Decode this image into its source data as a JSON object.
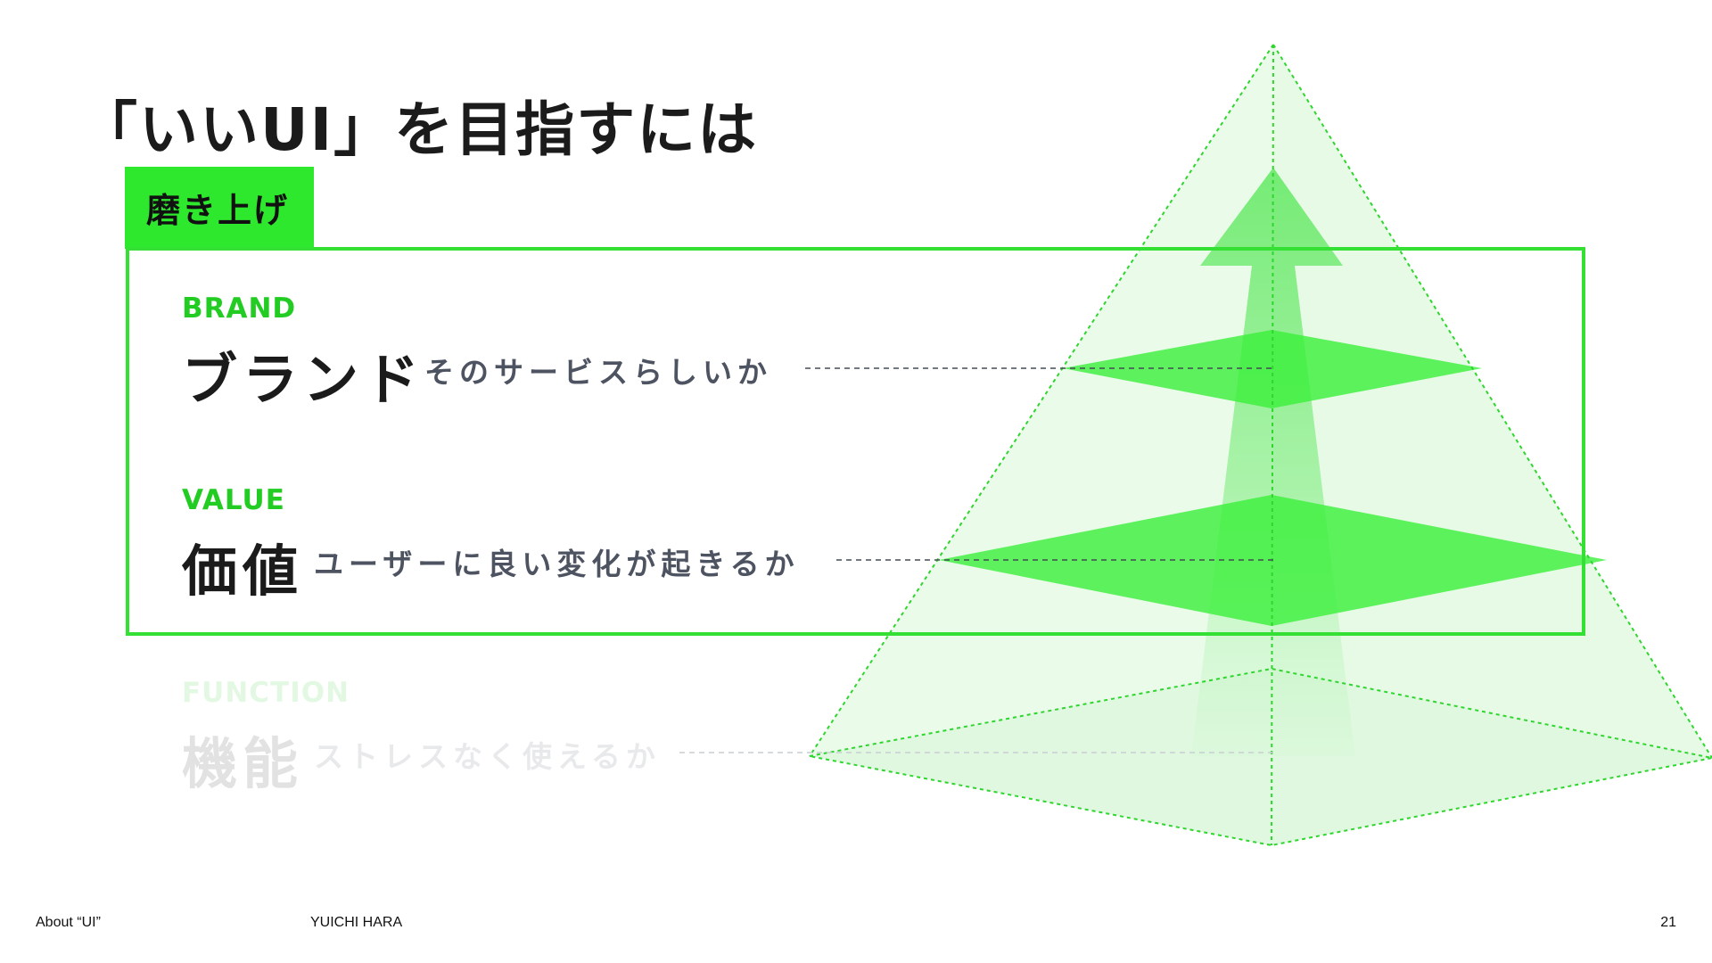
{
  "title": "「いいUI」を目指すには",
  "tab_label": "磨き上げ",
  "layers": [
    {
      "en": "BRAND",
      "ja": "ブランド",
      "desc": "そのサービスらしいか"
    },
    {
      "en": "VALUE",
      "ja": "価値",
      "desc": "ユーザーに良い変化が起きるか"
    },
    {
      "en": "FUNCTION",
      "ja": "機能",
      "desc": "ストレスなく使えるか"
    }
  ],
  "footer": {
    "left": "About “UI”",
    "center": "YUICHI HARA",
    "page_number": "21"
  },
  "colors": {
    "accent": "#2ee82e",
    "frame": "#33e033",
    "title": "#1b1b1b",
    "desc": "#4d5360"
  }
}
